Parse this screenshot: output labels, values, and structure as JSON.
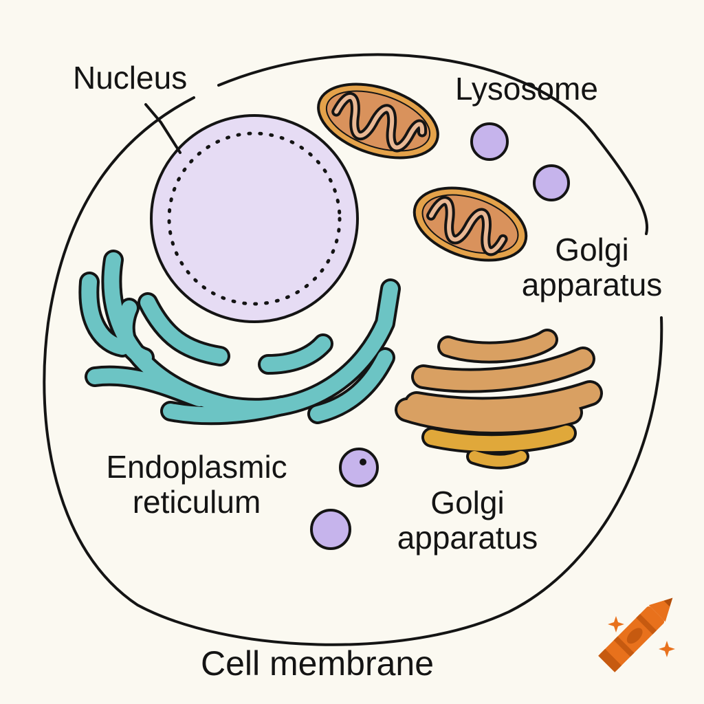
{
  "labels": {
    "nucleus": "Nucleus",
    "lysosome": "Lysosome",
    "golgi_top_line1": "Golgi",
    "golgi_top_line2": "apparatus",
    "er_line1": "Endoplasmic",
    "er_line2": "reticulum",
    "golgi_bottom_line1": "Golgi",
    "golgi_bottom_line2": "apparatus",
    "cell_membrane": "Cell membrane"
  },
  "icons": {
    "corner_logo": "crayon-icon"
  },
  "colors": {
    "background": "#fbf9f1",
    "outline": "#141414",
    "nucleus_fill": "#e6dcf4",
    "lysosome_fill": "#c6b4ec",
    "er_fill": "#6cc4c4",
    "mitochondria_fill": "#e4a24a",
    "golgi_fill": "#d9a062",
    "golgi_gold": "#e0a83a",
    "crayon": "#e8711c"
  }
}
